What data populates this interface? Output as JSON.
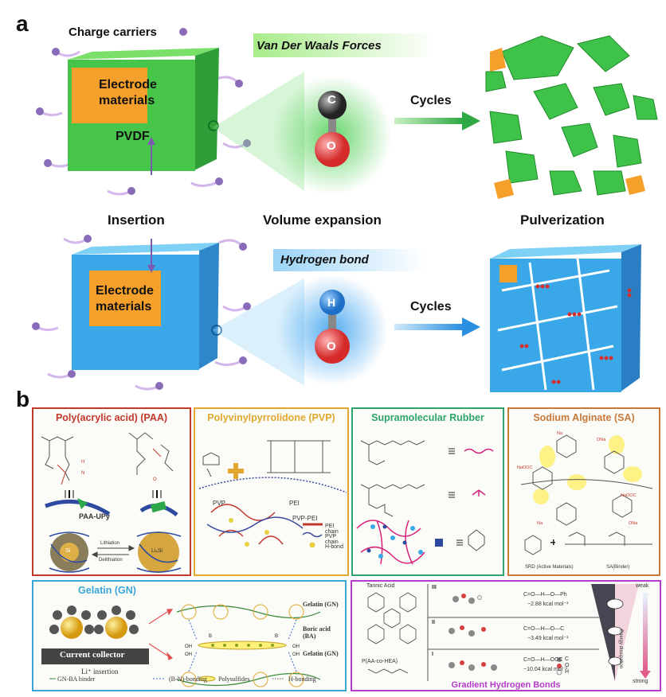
{
  "panel_a": {
    "letter": "a",
    "charge_carriers": "Charge carriers",
    "electrode_materials_line1": "Electrode",
    "electrode_materials_line2": "materials",
    "pvdf": "PVDF",
    "van_der_waals": "Van Der Waals Forces",
    "hydrogen_bond": "Hydrogen bond",
    "cycles": "Cycles",
    "insertion": "Insertion",
    "volume_expansion": "Volume expansion",
    "pulverization": "Pulverization",
    "atom_c": "C",
    "atom_o": "O",
    "atom_h": "H",
    "colors": {
      "green": "#45c84a",
      "blue": "#3aa0e8",
      "orange": "#f5a02a",
      "red": "#e23b3b"
    }
  },
  "panel_b": {
    "letter": "b",
    "paa": {
      "title": "Poly(acrylic acid) (PAA)",
      "label_paa_upy": "PAA-UPy",
      "lithiation": "Lithiation",
      "delithiation": "Delithiation",
      "lixsi": "LiₓSi",
      "si": "Si",
      "color": "#c0392b"
    },
    "pvp": {
      "title": "Polyvinylpyrrolidone (PVP)",
      "label_pvp": "PVP",
      "label_pei": "PEI",
      "label_pvp_pei": "PVP-PEI",
      "legend": [
        "PEI chain",
        "PVP chain",
        "H-bond"
      ],
      "color": "#e0a82e"
    },
    "rubber": {
      "title": "Supramolecular Rubber",
      "color": "#2ea36b"
    },
    "sa": {
      "title": "Sodium Alginate (SA)",
      "srd": "SRD (Active Materials)",
      "sa_binder": "SA(Binder)",
      "color": "#c8793a"
    },
    "gelatin": {
      "title": "Gelatin (GN)",
      "current_collector": "Current collector",
      "li_insertion": "Li⁺ insertion",
      "binder": "GN-BA binder",
      "bn_bonding": "(B-N)-bonding",
      "polysulfides": "Polysulfides",
      "h_bonding": "H-bonding",
      "gelatin_gn_1": "Gelatin (GN)",
      "boric_acid": "Boric acid (BA)",
      "gelatin_gn_2": "Gelatin (GN)",
      "color": "#3aa6d8"
    },
    "gradient": {
      "title": "Gradient Hydrogen Bonds",
      "tannic_acid": "Tannic Acid",
      "paa_co_hea": "P(AA-co-HEA)",
      "rows": [
        {
          "roman": "III",
          "bond": "C=O—H—O—Ph",
          "energy": "−2.88 kcal mol⁻¹"
        },
        {
          "roman": "II",
          "bond": "C=O—H—O—C",
          "energy": "−3.49 kcal mol⁻¹"
        },
        {
          "roman": "I",
          "bond": "C=O—H—OOC",
          "energy": "−10.04 kcal mol⁻¹"
        }
      ],
      "atom_legend": [
        "C",
        "O",
        "H"
      ],
      "weak": "weak",
      "strong": "strong",
      "energy_dissipation": "Energy dissipation",
      "color": "#b43cc8"
    }
  }
}
